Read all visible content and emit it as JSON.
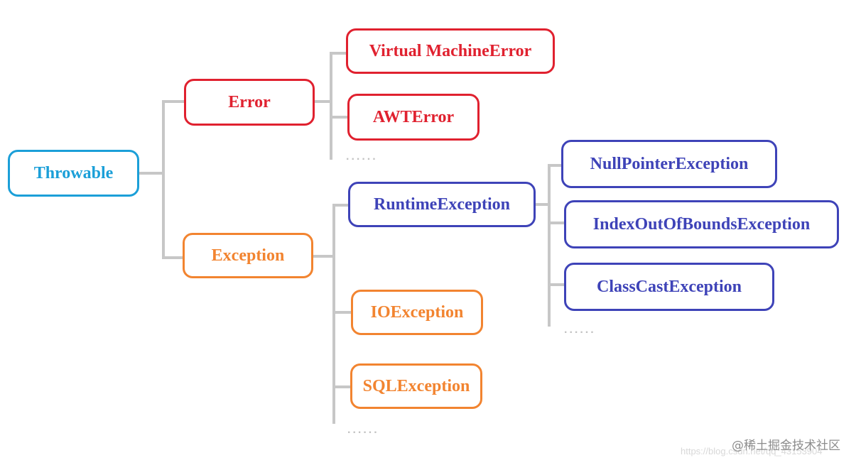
{
  "colors": {
    "root": "#1b9fd8",
    "error": "#e0212f",
    "exception": "#f28430",
    "runtime": "#3e43b8",
    "line": "#c7c7c7"
  },
  "nodes": {
    "throwable": "Throwable",
    "error": "Error",
    "virtual_machine_error": "Virtual MachineError",
    "awt_error": "AWTError",
    "exception": "Exception",
    "runtime_exception": "RuntimeException",
    "io_exception": "IOException",
    "sql_exception": "SQLException",
    "null_pointer_exception": "NullPointerException",
    "index_out_of_bounds_exception": "IndexOutOfBoundsException",
    "class_cast_exception": "ClassCastException"
  },
  "ellipsis": "......",
  "watermark": {
    "url": "https://blog.csdn.net/qq_43153904",
    "brand": "@稀土掘金技术社区"
  }
}
